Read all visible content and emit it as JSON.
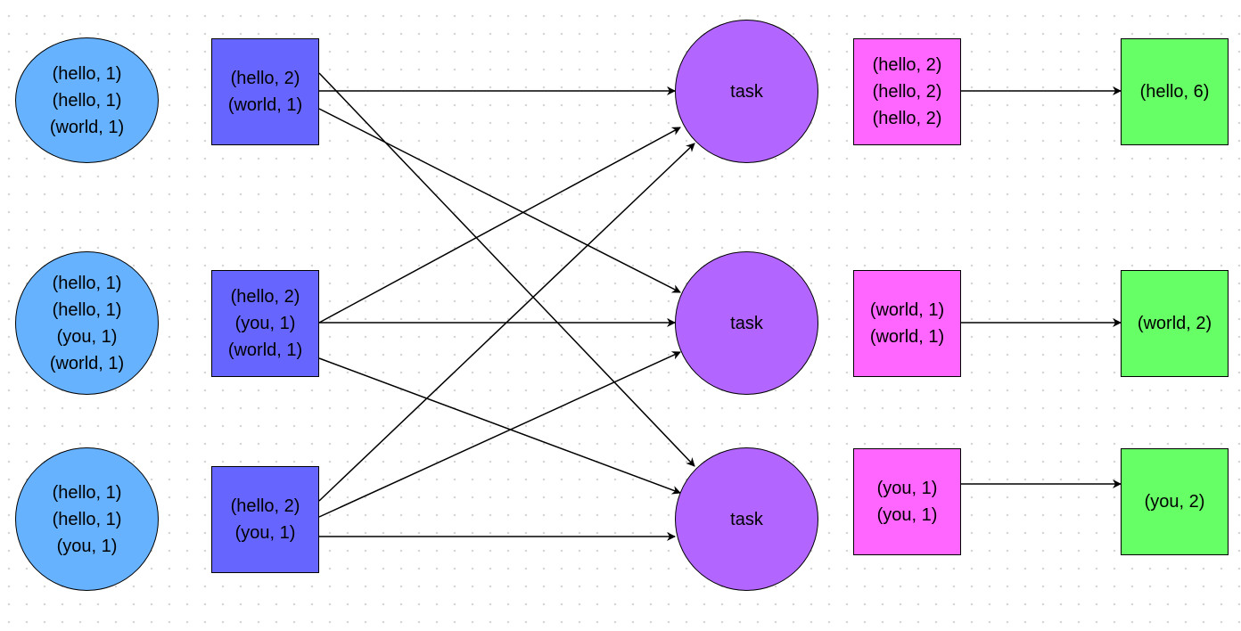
{
  "colors": {
    "input_circle": "#66b2ff",
    "map_box": "#6666ff",
    "task_circle": "#b266ff",
    "grouped_box": "#ff66ff",
    "result_box": "#66ff66",
    "edge": "#000000"
  },
  "nodes": {
    "input_1": {
      "lines": [
        "(hello, 1)",
        "(hello, 1)",
        "(world, 1)"
      ]
    },
    "input_2": {
      "lines": [
        "(hello, 1)",
        "(hello, 1)",
        "(you, 1)",
        "(world, 1)"
      ]
    },
    "input_3": {
      "lines": [
        "(hello, 1)",
        "(hello, 1)",
        "(you, 1)"
      ]
    },
    "map_1": {
      "lines": [
        "(hello, 2)",
        "(world, 1)"
      ]
    },
    "map_2": {
      "lines": [
        "(hello, 2)",
        "(you, 1)",
        "(world, 1)"
      ]
    },
    "map_3": {
      "lines": [
        "(hello, 2)",
        "(you, 1)"
      ]
    },
    "task_1": {
      "lines": [
        "task"
      ]
    },
    "task_2": {
      "lines": [
        "task"
      ]
    },
    "task_3": {
      "lines": [
        "task"
      ]
    },
    "group_1": {
      "lines": [
        "(hello, 2)",
        "(hello, 2)",
        "(hello, 2)"
      ]
    },
    "group_2": {
      "lines": [
        "(world, 1)",
        "(world, 1)"
      ]
    },
    "group_3": {
      "lines": [
        "(you, 1)",
        "(you, 1)"
      ]
    },
    "result_1": {
      "lines": [
        "(hello, 6)"
      ]
    },
    "result_2": {
      "lines": [
        "(world, 2)"
      ]
    },
    "result_3": {
      "lines": [
        "(you, 2)"
      ]
    }
  }
}
